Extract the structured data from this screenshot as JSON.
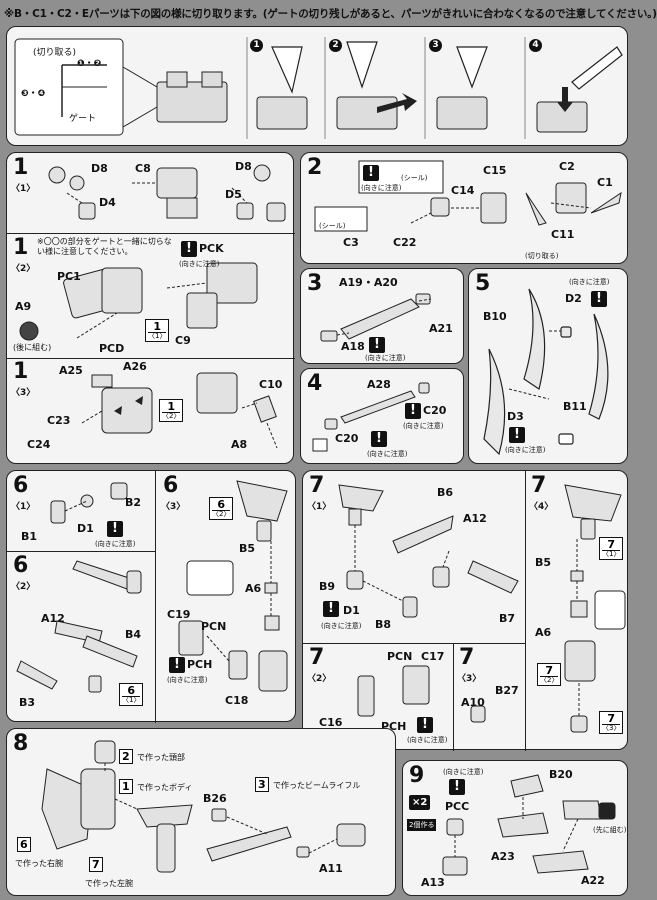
{
  "header": {
    "text": "※B・C1・C2・Eパーツは下の図の様に切り取ります。(ゲートの切り残しがあると、パーツがきれいに合わなくなるので注意してください。)"
  },
  "gate_panel": {
    "cut_label": "(切り取る)",
    "step_a": "❶・❷",
    "step_b": "❸・❹",
    "gate": "ゲート",
    "steps": [
      "1",
      "2",
      "3",
      "4"
    ]
  },
  "warn_symbol": "!",
  "notes": {
    "direction": "(向きに注意)",
    "seal": "(シール)",
    "cut": "(切り取る)",
    "rear": "(後に組む)",
    "before": "(先に組む)"
  },
  "step1_1": {
    "no": "1",
    "sub": "〈1〉",
    "labels": [
      "D8",
      "D4",
      "C8",
      "D8",
      "D5"
    ]
  },
  "step1_2": {
    "no": "1",
    "sub": "〈2〉",
    "note": "※〇〇の部分をゲートと一緒に切らない様に注意してください。",
    "labels": [
      "PC1",
      "A9",
      "PCD",
      "PCK",
      "C9"
    ],
    "ref": {
      "main": "1",
      "sub": "〈1〉"
    }
  },
  "step1_3": {
    "no": "1",
    "sub": "〈3〉",
    "labels": [
      "A25",
      "A26",
      "C23",
      "C24",
      "C10",
      "A8"
    ],
    "ref": {
      "main": "1",
      "sub": "〈2〉"
    }
  },
  "step2": {
    "no": "2",
    "labels": [
      "C14",
      "C15",
      "C2",
      "C1",
      "C3",
      "C22",
      "C11"
    ]
  },
  "step3": {
    "no": "3",
    "labels": [
      "A19・A20",
      "A21",
      "A18"
    ]
  },
  "step4": {
    "no": "4",
    "labels": [
      "A28",
      "C20",
      "C20"
    ]
  },
  "step5": {
    "no": "5",
    "labels": [
      "B10",
      "D2",
      "D3",
      "B11"
    ]
  },
  "step6_1": {
    "no": "6",
    "sub": "〈1〉",
    "labels": [
      "B2",
      "B1",
      "D1"
    ]
  },
  "step6_2": {
    "no": "6",
    "sub": "〈2〉",
    "labels": [
      "A12",
      "B4",
      "B3"
    ],
    "ref": {
      "main": "6",
      "sub": "〈1〉"
    }
  },
  "step6_3": {
    "no": "6",
    "sub": "〈3〉",
    "labels": [
      "B5",
      "A6",
      "C19",
      "PCN",
      "PCH",
      "C18"
    ],
    "ref": {
      "main": "6",
      "sub": "〈2〉"
    }
  },
  "step7_1": {
    "no": "7",
    "sub": "〈1〉",
    "labels": [
      "B6",
      "A12",
      "B9",
      "D1",
      "B8",
      "B7"
    ]
  },
  "step7_2": {
    "no": "7",
    "sub": "〈2〉",
    "labels": [
      "PCN",
      "C17",
      "C16",
      "PCH"
    ]
  },
  "step7_3": {
    "no": "7",
    "sub": "〈3〉",
    "labels": [
      "A10",
      "B27"
    ]
  },
  "step7_4": {
    "no": "7",
    "sub": "〈4〉",
    "labels": [
      "B5",
      "A6"
    ],
    "refs": [
      {
        "main": "7",
        "sub": "〈1〉"
      },
      {
        "main": "7",
        "sub": "〈2〉"
      },
      {
        "main": "7",
        "sub": "〈3〉"
      }
    ]
  },
  "step8": {
    "no": "8",
    "made_head": "で作った頭部",
    "made_body": "で作ったボディ",
    "made_rifle": "で作ったビームライフル",
    "made_right_arm": "で作った右腕",
    "made_left_arm": "で作った左腕",
    "refs": [
      "2",
      "1",
      "3",
      "6",
      "7"
    ],
    "labels": [
      "B26",
      "A11"
    ]
  },
  "step9": {
    "no": "9",
    "x2": "×2",
    "x2_sub": "2個作る",
    "labels": [
      "B20",
      "PCC",
      "A23",
      "A22",
      "A13"
    ]
  }
}
